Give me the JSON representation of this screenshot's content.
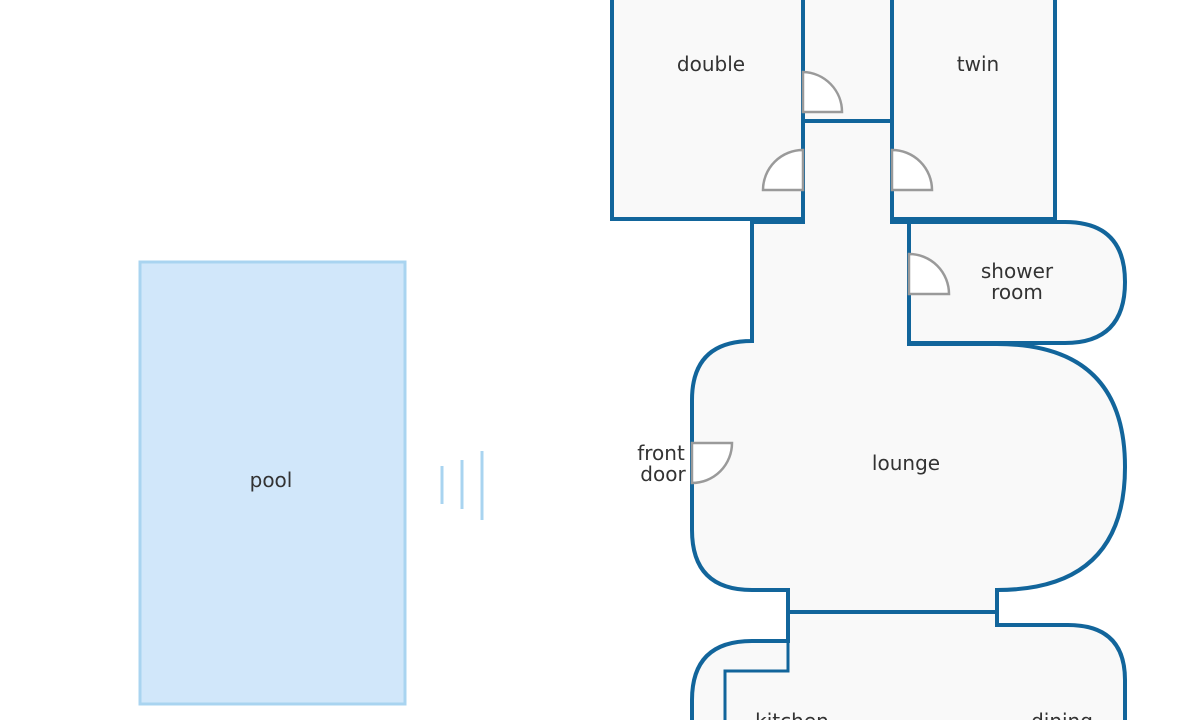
{
  "rooms": {
    "double": "double",
    "twin": "twin",
    "shower_line1": "shower",
    "shower_line2": "room",
    "lounge": "lounge",
    "front_door_line1": "front",
    "front_door_line2": "door",
    "kitchen": "kitchen",
    "dining": "dining",
    "pool": "pool"
  },
  "colors": {
    "wall": "#12659b",
    "floor": "#f9f9f9",
    "pool_fill": "#d1e7fa",
    "pool_stroke": "#a9d4f0",
    "door": "#9a9a9a"
  }
}
